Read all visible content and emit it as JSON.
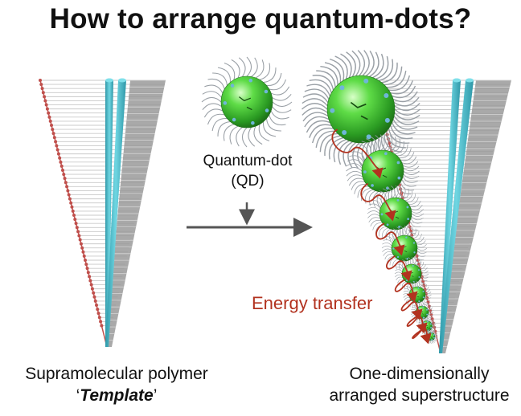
{
  "title": "How to arrange quantum-dots?",
  "qd_label": {
    "line1": "Quantum-dot",
    "line2": "(QD)"
  },
  "energy_label": "Energy transfer",
  "caption_left": {
    "line1": "Supramolecular polymer",
    "quote_open": "‘",
    "template_word": "Template",
    "quote_close": "’"
  },
  "caption_right": {
    "line1": "One-dimensionally",
    "line2": "arranged superstructure"
  },
  "colors": {
    "text": "#111111",
    "energy_red": "#b2321f",
    "teal": "#3fb4c4",
    "gray_bar": "#8c8c8c",
    "qd_green": "#3ec23a",
    "arrow": "#555555"
  }
}
